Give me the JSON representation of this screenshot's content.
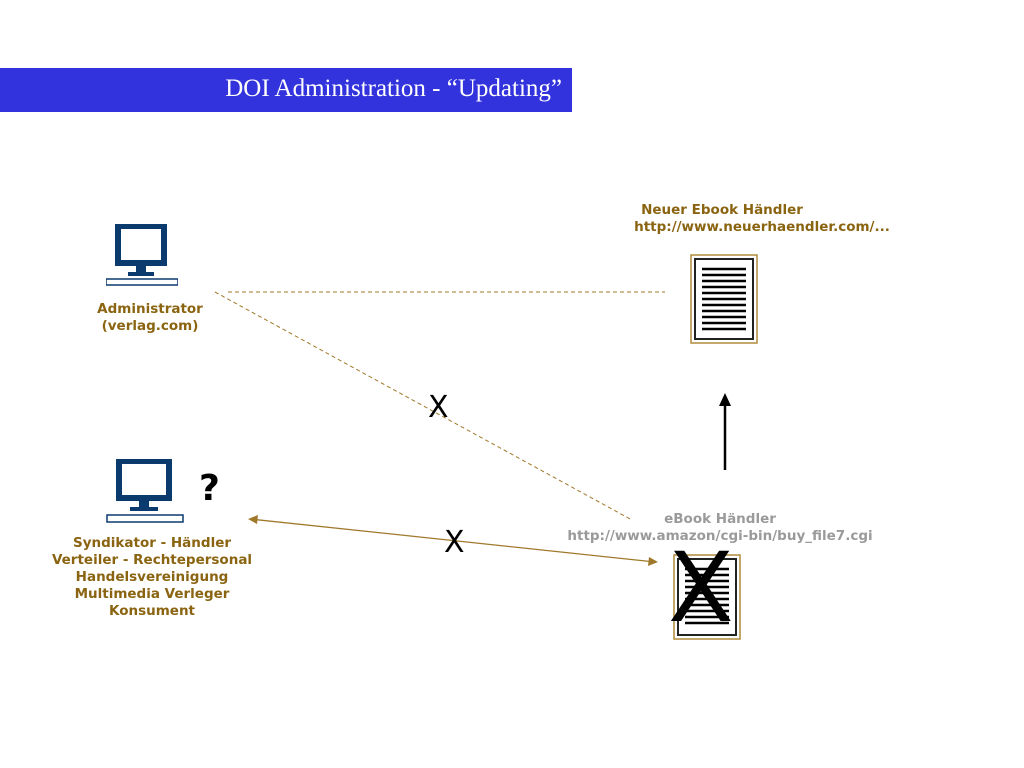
{
  "title": "DOI Administration - “Updating”",
  "admin": {
    "line1": "Administrator",
    "line2": "(verlag.com)"
  },
  "syndicator": {
    "lines": [
      "Syndikator - Händler",
      "Verteiler - Rechtepersonal",
      "Handelsvereinigung",
      "Multimedia Verleger",
      "Konsument"
    ]
  },
  "new_dealer": {
    "line1": "Neuer Ebook Händler",
    "line2": "http://www.neuerhaendler.com/..."
  },
  "old_dealer": {
    "line1": "eBook Händler",
    "line2": "http://www.amazon/cgi-bin/buy_file7.cgi"
  },
  "question_mark": "?",
  "x_marks": [
    "X",
    "X"
  ],
  "big_x": "X",
  "colors": {
    "title_bar": "#3333dd",
    "connector": "#a0782a",
    "label_brown": "#8a6410",
    "label_grey": "#9a9a9a",
    "monitor": "#0a3a6e"
  }
}
